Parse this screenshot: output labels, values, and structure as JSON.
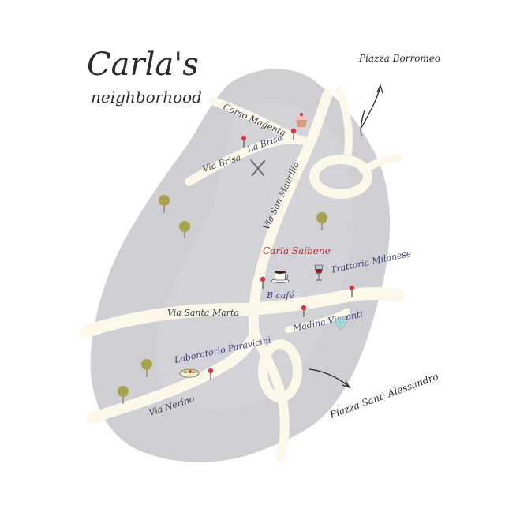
{
  "title": {
    "line1": "Carla's",
    "line2": "neighborhood"
  },
  "colors": {
    "district": "#cfcfd3",
    "road": "#fbf8ea",
    "ink": "#2b2b2b",
    "place_ink": "#3b3f7a",
    "highlight": "#c2232b",
    "pin": "#d6384a",
    "tree": "#a8a24a"
  },
  "streets": {
    "corso_magenta": "Corso Magenta",
    "via_brisa": "Via Brisa",
    "via_san_maurilio": "Via San Maurilio",
    "via_santa_marta": "Via Santa Marta",
    "via_nerino": "Via Nerino"
  },
  "places": {
    "la_brisa": "La Brisa",
    "carla_saibene": "Carla Saibene",
    "b_cafe": "B café",
    "trattoria_milanese": "Trattoria Milanese",
    "madina_visconti": "Madina Visconti",
    "laboratorio_paravicini": "Laboratorio Paravicini"
  },
  "outside": {
    "piazza_borromeo": "Piazza Borromeo",
    "piazza_santalessandro": "Piazza Sant' Alessandro"
  },
  "icons": {
    "cupcake": "cupcake-icon",
    "fork_knife": "fork-knife-icon",
    "coffee": "coffee-cup-icon",
    "wine": "wine-glass-icon",
    "diamond": "diamond-icon",
    "bowl": "bowl-icon",
    "pin": "map-pin-icon",
    "tree": "tree-icon",
    "arrow": "arrow-icon"
  }
}
